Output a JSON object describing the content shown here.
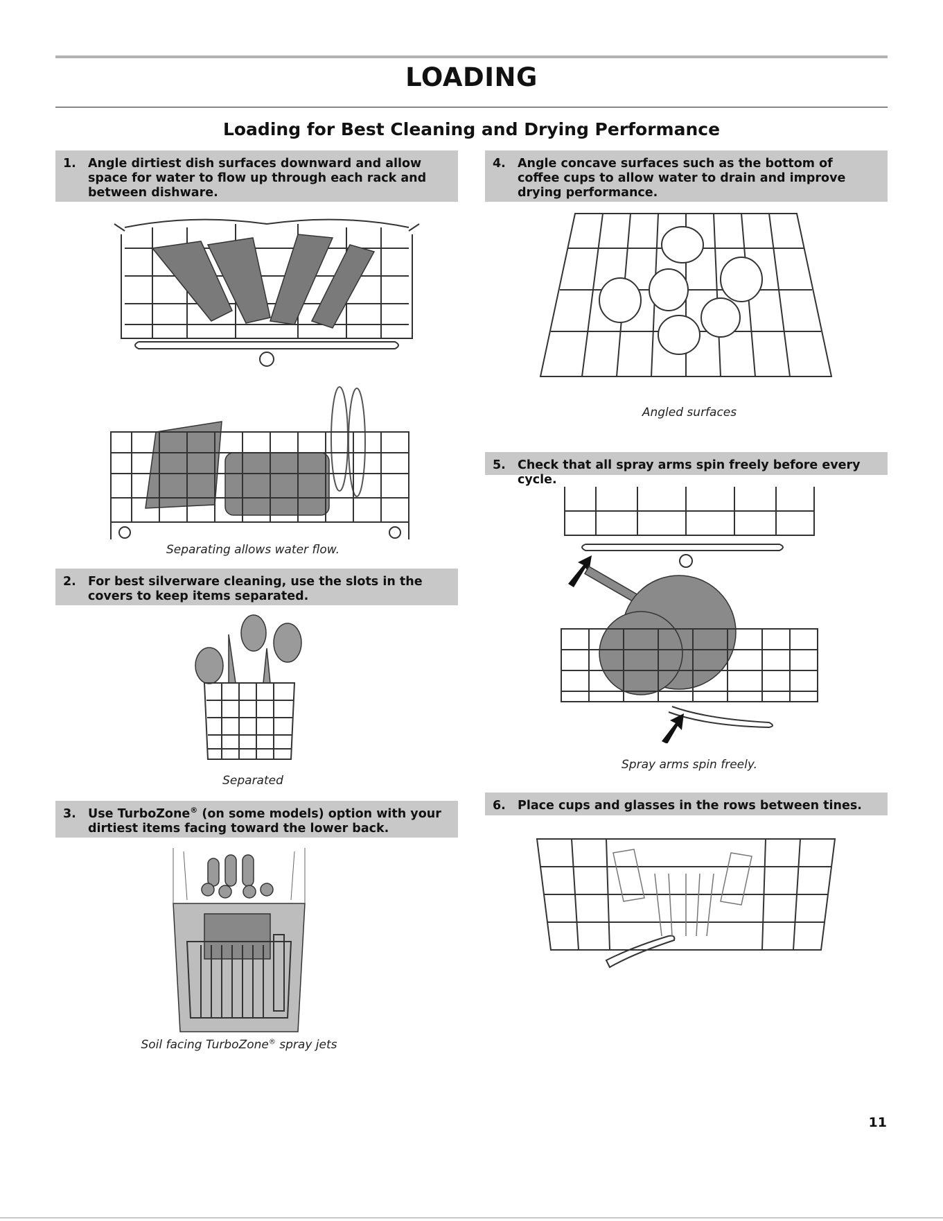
{
  "page": {
    "title": "LOADING",
    "section_title": "Loading for Best Cleaning and Drying Performance",
    "page_number": "11"
  },
  "steps": [
    {
      "number": "1.",
      "text": "Angle dirtiest dish surfaces downward and allow space for water to flow up through each rack and between dishware."
    },
    {
      "number": "2.",
      "text": "For best silverware cleaning, use the slots in the covers to keep items separated."
    },
    {
      "number": "3.",
      "text_before": "Use TurboZone",
      "reg": "®",
      "text_after": " (on some models) option with your dirtiest items facing toward the lower back."
    },
    {
      "number": "4.",
      "text": "Angle concave surfaces such as the bottom of coffee cups to allow water to drain and improve drying performance."
    },
    {
      "number": "5.",
      "text": "Check that all spray arms spin freely before every cycle."
    },
    {
      "number": "6.",
      "text": "Place cups and glasses in the rows between tines."
    }
  ],
  "captions": {
    "separating": "Separating allows water flow.",
    "separated": "Separated",
    "soil_before": "Soil facing TurboZone",
    "soil_reg": "®",
    "soil_after": " spray jets",
    "angled": "Angled surfaces",
    "spray": "Spray arms spin freely."
  }
}
